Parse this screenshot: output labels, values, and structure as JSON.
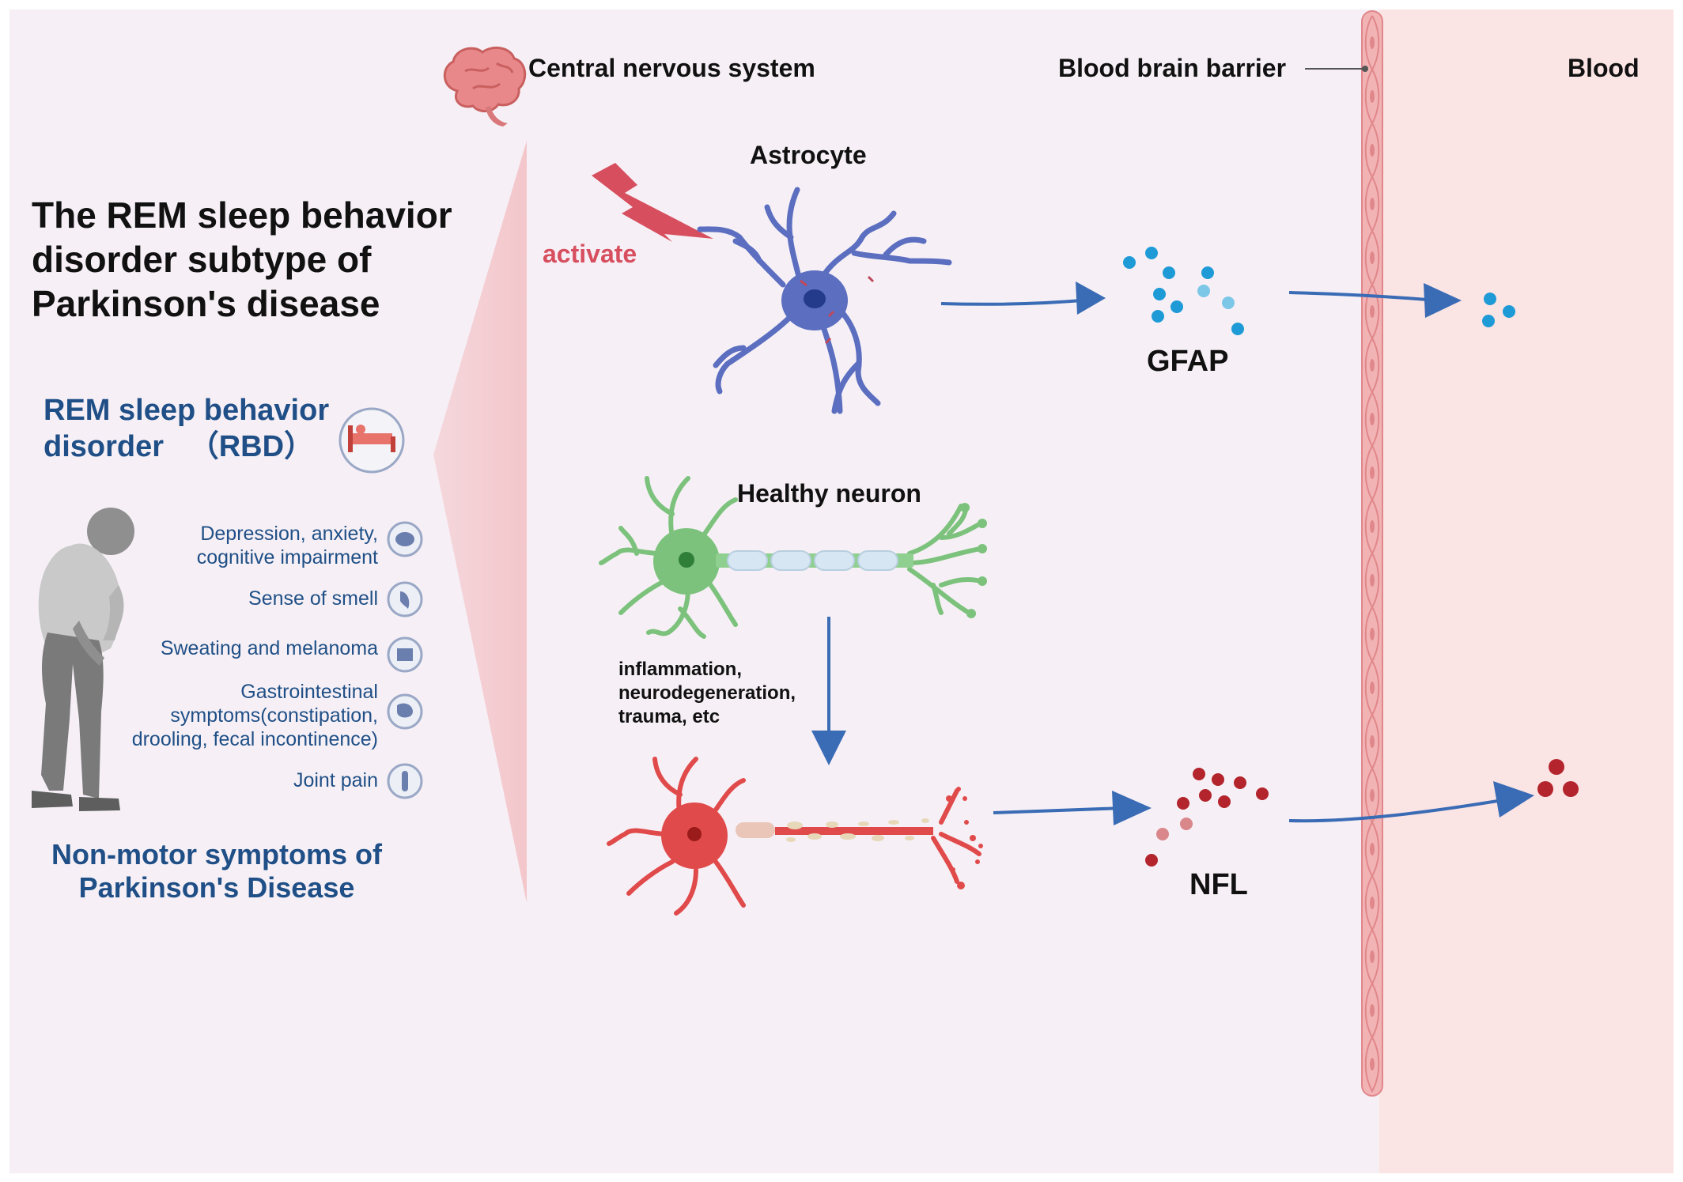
{
  "labels": {
    "cns": "Central nervous system",
    "bbb": "Blood brain barrier",
    "blood": "Blood",
    "astrocyte": "Astrocyte",
    "activate": "activate",
    "gfap": "GFAP",
    "healthy_neuron": "Healthy neuron",
    "causes": [
      "inflammation,",
      "neurodegeneration,",
      "trauma, etc"
    ],
    "nfl": "NFL"
  },
  "title": [
    "The REM sleep behavior",
    "disorder subtype of",
    "Parkinson's disease"
  ],
  "rbd": [
    "REM sleep behavior",
    "disorder   （RBD）"
  ],
  "symptoms": [
    {
      "lines": [
        "Depression, anxiety,",
        "cognitive impairment"
      ],
      "icon": "brain-icon"
    },
    {
      "lines": [
        "Sense of smell"
      ],
      "icon": "nose-icon"
    },
    {
      "lines": [
        "Sweating and melanoma"
      ],
      "icon": "skin-icon"
    },
    {
      "lines": [
        "Gastrointestinal",
        "symptoms(constipation,",
        "drooling, fecal incontinence)"
      ],
      "icon": "intestine-icon"
    },
    {
      "lines": [
        "Joint pain"
      ],
      "icon": "joint-icon"
    }
  ],
  "non_motor": [
    "Non-motor symptoms of",
    "Parkinson's Disease"
  ],
  "colors": {
    "background": "#f6f0f6",
    "blood_region": "#fbe4e4",
    "barrier": "#f2b3b5",
    "text_blue": "#1f4f86",
    "activate": "#d74e5e",
    "astrocyte": "#5b6ec0",
    "healthy_neuron": "#7cc27c",
    "damaged_neuron": "#e04a4a",
    "gfap_dot": "#1e9ad6",
    "nfl_dot": "#b3242c",
    "arrow": "#3a6bb5"
  }
}
